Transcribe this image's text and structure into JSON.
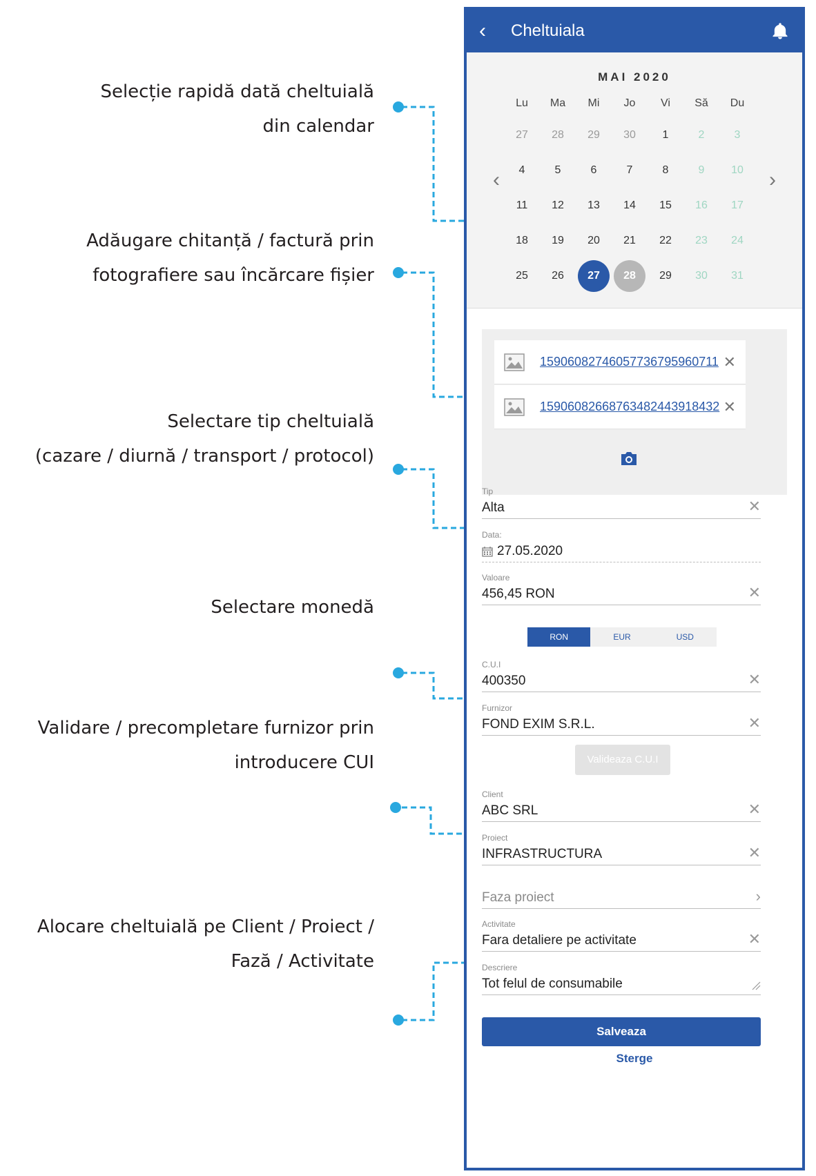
{
  "colors": {
    "primary": "#2a59a8",
    "annotation_dot": "#29a8df",
    "weekend": "#9fd6c2"
  },
  "annotations": [
    {
      "line1": "Selecție rapidă dată cheltuială",
      "line2": "din calendar"
    },
    {
      "line1": "Adăugare chitanță / factură prin",
      "line2": "fotografiere sau încărcare fișier"
    },
    {
      "line1": "Selectare tip cheltuială",
      "line2": "(cazare / diurnă / transport / protocol)"
    },
    {
      "line1": "Selectare monedă",
      "line2": ""
    },
    {
      "line1": "Validare / precompletare furnizor prin",
      "line2": "introducere CUI"
    },
    {
      "line1": "Alocare cheltuială pe Client / Proiect /",
      "line2": "Fază / Activitate"
    }
  ],
  "appbar": {
    "title": "Cheltuiala",
    "back_icon": "chevron-left-icon",
    "bell_icon": "bell-icon"
  },
  "calendar": {
    "month": "MAI 2020",
    "weekdays": [
      "Lu",
      "Ma",
      "Mi",
      "Jo",
      "Vi",
      "Să",
      "Du"
    ],
    "weeks": [
      [
        "27",
        "28",
        "29",
        "30",
        "1",
        "2",
        "3"
      ],
      [
        "4",
        "5",
        "6",
        "7",
        "8",
        "9",
        "10"
      ],
      [
        "11",
        "12",
        "13",
        "14",
        "15",
        "16",
        "17"
      ],
      [
        "18",
        "19",
        "20",
        "21",
        "22",
        "23",
        "24"
      ],
      [
        "25",
        "26",
        "27",
        "28",
        "29",
        "30",
        "31"
      ]
    ],
    "selected_day": "27",
    "today_day": "28"
  },
  "attachments": [
    {
      "name": "15906082746057736795960711"
    },
    {
      "name": "15906082668763482443918432"
    }
  ],
  "fields": {
    "tip": {
      "label": "Tip",
      "value": "Alta"
    },
    "data": {
      "label": "Data:",
      "value": "27.05.2020"
    },
    "valoare": {
      "label": "Valoare",
      "value": "456,45 RON"
    },
    "cui": {
      "label": "C.U.I",
      "value": "400350"
    },
    "furnizor": {
      "label": "Furnizor",
      "value": "FOND EXIM S.R.L."
    },
    "client": {
      "label": "Client",
      "value": "ABC SRL"
    },
    "proiect": {
      "label": "Proiect",
      "value": "INFRASTRUCTURA"
    },
    "faza": {
      "label": "",
      "placeholder": "Faza proiect"
    },
    "activitate": {
      "label": "Activitate",
      "value": "Fara detaliere pe activitate"
    },
    "descriere": {
      "label": "Descriere",
      "value": "Tot felul de consumabile"
    }
  },
  "currency": {
    "options": [
      "RON",
      "EUR",
      "USD"
    ],
    "selected": "RON"
  },
  "buttons": {
    "validate": "Valideaza C.U.I",
    "save": "Salveaza",
    "delete": "Sterge"
  }
}
